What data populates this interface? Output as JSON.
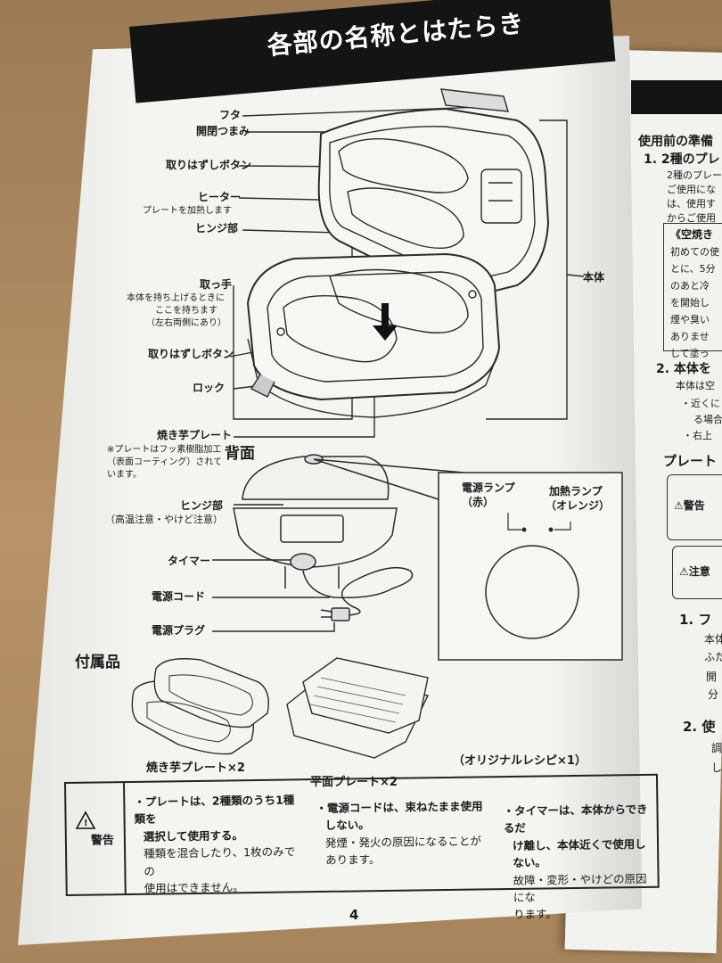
{
  "page": {
    "title": "各部の名称とはたらき",
    "page_number": "4"
  },
  "main_diagram": {
    "labels": {
      "futa": "フタ",
      "kaihei": "開閉つまみ",
      "toriHazushi1": "取りはずしボタン",
      "heater": "ヒーター",
      "heater_sub": "プレートを加熱します",
      "hinge": "ヒンジ部",
      "handle": "取っ手",
      "handle_sub1": "本体を持ち上げるときに",
      "handle_sub2": "ここを持ちます",
      "handle_sub3": "（左右両側にあり）",
      "toriHazushi2": "取りはずしボタン",
      "lock": "ロック",
      "honntai": "本体",
      "imo_plate": "焼き芋プレート",
      "imo_note1": "※プレートはフッ素樹脂加工",
      "imo_note2": "（表面コーティング）されて",
      "imo_note3": "います。"
    }
  },
  "back_view": {
    "heading": "背面",
    "labels": {
      "hinge": "ヒンジ部",
      "hinge_sub": "（高温注意・やけど注意）",
      "timer": "タイマー",
      "cord": "電源コード",
      "plug": "電源プラグ",
      "power_lamp": "電源ランプ",
      "power_lamp_color": "（赤）",
      "heat_lamp": "加熱ランプ",
      "heat_lamp_color": "（オレンジ）"
    }
  },
  "accessories": {
    "heading": "付属品",
    "items": [
      {
        "label": "焼き芋プレート×2"
      },
      {
        "label": "平面プレート×2"
      },
      {
        "label": "（オリジナルレシピ×1）"
      }
    ]
  },
  "warning": {
    "head": "警告",
    "cols": [
      {
        "strong": "・プレートは、2種類のうち1種類を選択して使用する。",
        "line1": "・プレートは、2種類のうち1種類を",
        "line2": "選択して使用する。",
        "line3": "種類を混合したり、1枚のみでの",
        "line4": "使用はできません。"
      },
      {
        "line1": "・電源コードは、束ねたまま使用",
        "line2": "しない。",
        "line3": "発煙・発火の原因になることが",
        "line4": "あります。"
      },
      {
        "line1": "・タイマーは、本体からできるだ",
        "line2": "け離し、本体近くで使用しない。",
        "line3": "故障・変形・やけどの原因にな",
        "line4": "ります。"
      }
    ]
  },
  "right_page": {
    "heading": "使用前の準備",
    "step1": "1. 2種のプレ",
    "step1_l1": "2種のプレー",
    "step1_l2": "ご使用にな",
    "step1_l3": "は、使用す",
    "step1_l4": "からご使用",
    "box_title": "《空焼き",
    "box_l1": "初めての使",
    "box_l2": "とに、5分",
    "box_l3": "のあと冷",
    "box_l4": "を開始し",
    "box_l5": "煙や臭い",
    "box_l6": "ありませ",
    "box_l7": "して塗っ",
    "step2": "2. 本体を",
    "step2_l1": "本体は空",
    "step2_l2": "・近くに",
    "step2_l3": "る場合",
    "step2_l4": "・右上",
    "plate_heading": "プレート",
    "warn_label": "⚠警告",
    "caution_label": "⚠注意",
    "s1": "1. フ",
    "s1_l1": "本体",
    "s1_l2": "ふた",
    "s1_l3": "開",
    "s1_l4": "分",
    "s2": "2. 使",
    "s2_l1": "調",
    "s2_l2": "し"
  }
}
